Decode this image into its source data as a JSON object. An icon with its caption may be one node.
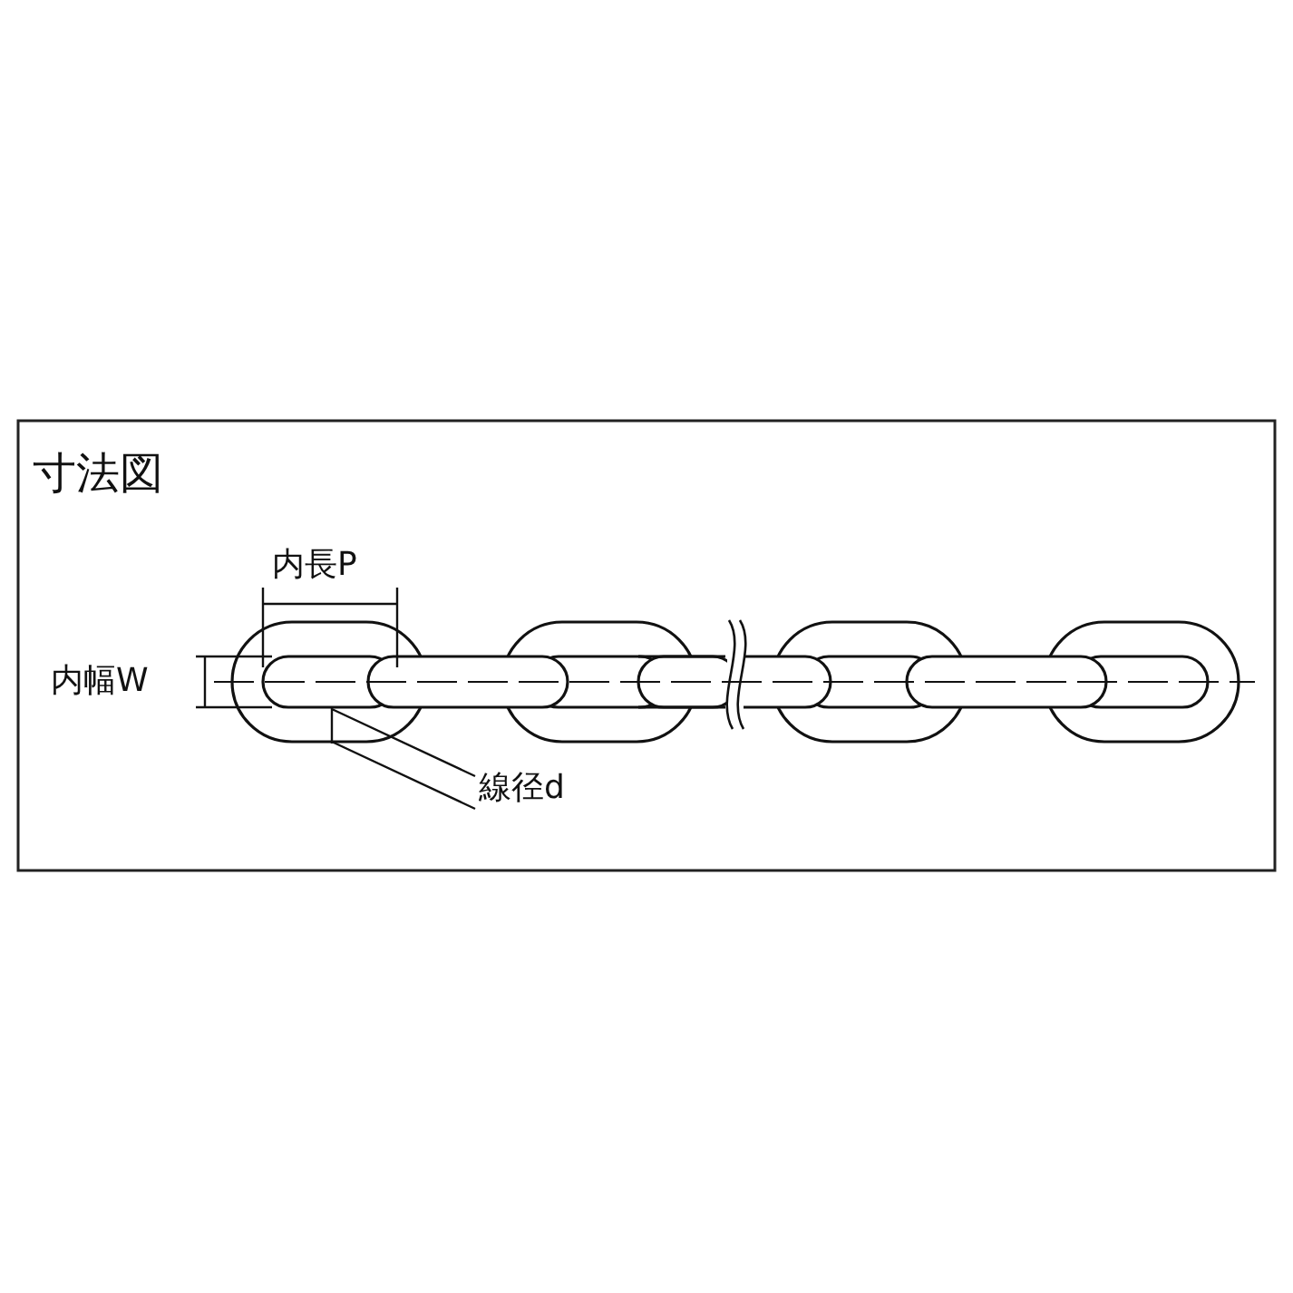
{
  "diagram": {
    "title": "寸法図",
    "nodes": [
      {
        "text": [
          "線径d"
        ]
      },
      {
        "text": [],
        "shape": "picture"
      }
    ],
    "edges": [
      {
        "from": 0,
        "to": 1,
        "arrow": "none"
      }
    ],
    "labels": [
      "内長P",
      "内幅W"
    ]
  }
}
